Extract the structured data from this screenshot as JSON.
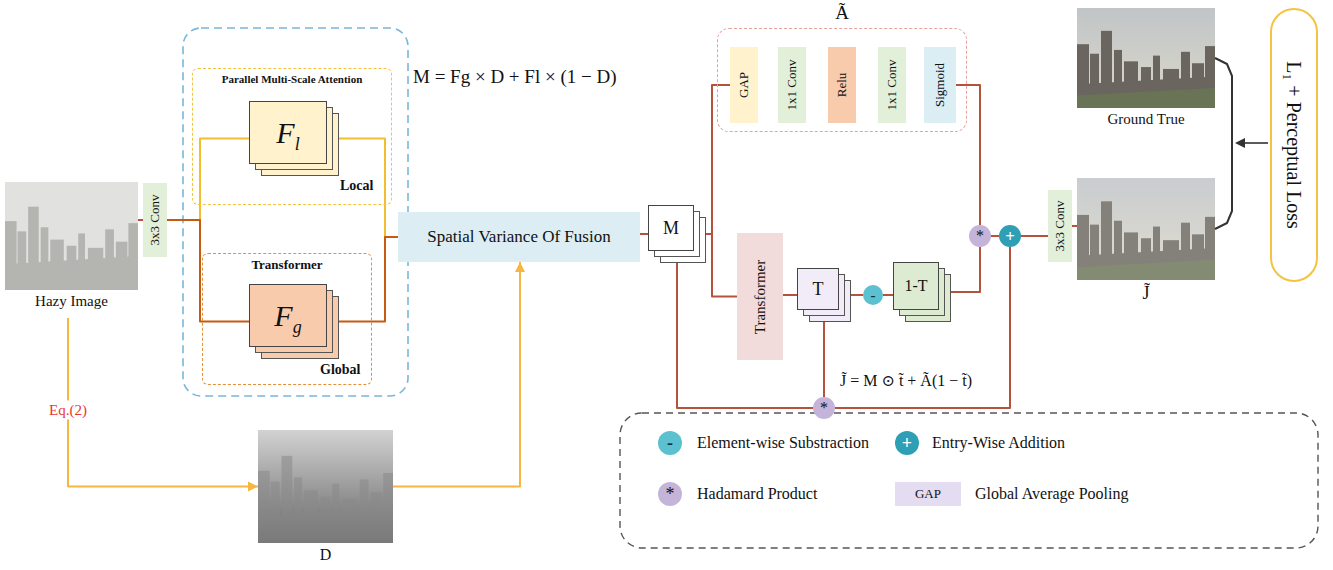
{
  "diagram": {
    "nodes": [
      {
        "text": [
          "Hazy Image"
        ]
      },
      {
        "text": [
          "3x3 Conv"
        ]
      },
      {
        "text": [
          "Parallel Multi-Scale Attention"
        ]
      },
      {
        "text": [
          "F",
          "l"
        ],
        "in": 2
      },
      {
        "text": [
          "Transformer"
        ]
      },
      {
        "text": [
          "F",
          "g"
        ],
        "in": 4
      },
      {
        "text": [
          "Spatial Variance Of Fusion"
        ]
      },
      {
        "text": [
          "M"
        ]
      },
      {
        "text": [
          "Ã"
        ]
      },
      {
        "text": [
          "GAP"
        ],
        "in": 8
      },
      {
        "text": [
          "1x1 Conv"
        ],
        "in": 8
      },
      {
        "text": [
          "Relu"
        ],
        "in": 8
      },
      {
        "text": [
          "1x1 Conv"
        ],
        "in": 8
      },
      {
        "text": [
          "Sigmoid"
        ],
        "in": 8
      },
      {
        "text": [
          "Transformer"
        ]
      },
      {
        "text": [
          "T"
        ]
      },
      {
        "text": [
          "-"
        ]
      },
      {
        "text": [
          "1-T"
        ]
      },
      {
        "text": [
          "*"
        ]
      },
      {
        "text": [
          "+"
        ]
      },
      {
        "text": [
          "*"
        ]
      },
      {
        "text": [
          "3x3 Conv"
        ]
      },
      {
        "text": [
          "J̃"
        ]
      },
      {
        "text": [
          "Ground True"
        ]
      },
      {
        "text": [
          "L₁ + Perceptual Loss"
        ]
      },
      {
        "text": [
          "D"
        ]
      }
    ],
    "edges": [
      {
        "from": 0,
        "to": 1,
        "arrow": "none"
      },
      {
        "from": 1,
        "to": 3,
        "arrow": "none"
      },
      {
        "from": 1,
        "to": 5,
        "arrow": "none"
      },
      {
        "from": 3,
        "to": 6,
        "arrow": "none"
      },
      {
        "from": 5,
        "to": 6,
        "arrow": "none"
      },
      {
        "from": 0,
        "to": 25,
        "label": "Eq.(2)",
        "arrow": "to"
      },
      {
        "from": 25,
        "to": 6,
        "arrow": "to"
      },
      {
        "from": 6,
        "to": 7,
        "arrow": "none"
      },
      {
        "from": 7,
        "to": 9,
        "arrow": "none"
      },
      {
        "from": 7,
        "to": 14,
        "arrow": "none"
      },
      {
        "from": 7,
        "to": 20,
        "arrow": "none"
      },
      {
        "from": 13,
        "to": 18,
        "arrow": "none"
      },
      {
        "from": 14,
        "to": 15,
        "arrow": "none"
      },
      {
        "from": 15,
        "to": 16,
        "arrow": "none"
      },
      {
        "from": 16,
        "to": 17,
        "arrow": "none"
      },
      {
        "from": 17,
        "to": 18,
        "arrow": "none"
      },
      {
        "from": 15,
        "to": 20,
        "arrow": "none"
      },
      {
        "from": 18,
        "to": 19,
        "arrow": "none"
      },
      {
        "from": 20,
        "to": 19,
        "arrow": "none"
      },
      {
        "from": 19,
        "to": 21,
        "arrow": "none"
      },
      {
        "from": 21,
        "to": 22,
        "arrow": "none"
      },
      {
        "from": 23,
        "to": 22,
        "arrow": "none"
      }
    ],
    "labels": [
      "Local",
      "Global",
      "M = Fg × D + Fl × (1 − D)",
      "J̃ = M ⊙ t̃ + Ã(1 − t̃)",
      "-",
      "+",
      "*",
      "GAP"
    ],
    "legend": [
      {
        "text": "Element-wise Substraction",
        "color": "#5bc0d0"
      },
      {
        "text": "Entry-Wise Addition",
        "color": "#2f9fb6"
      },
      {
        "text": "Hadamard Product",
        "color": "#c5b4d9"
      },
      {
        "text": "Global Average Pooling",
        "color": "#e4dcf0"
      }
    ]
  }
}
